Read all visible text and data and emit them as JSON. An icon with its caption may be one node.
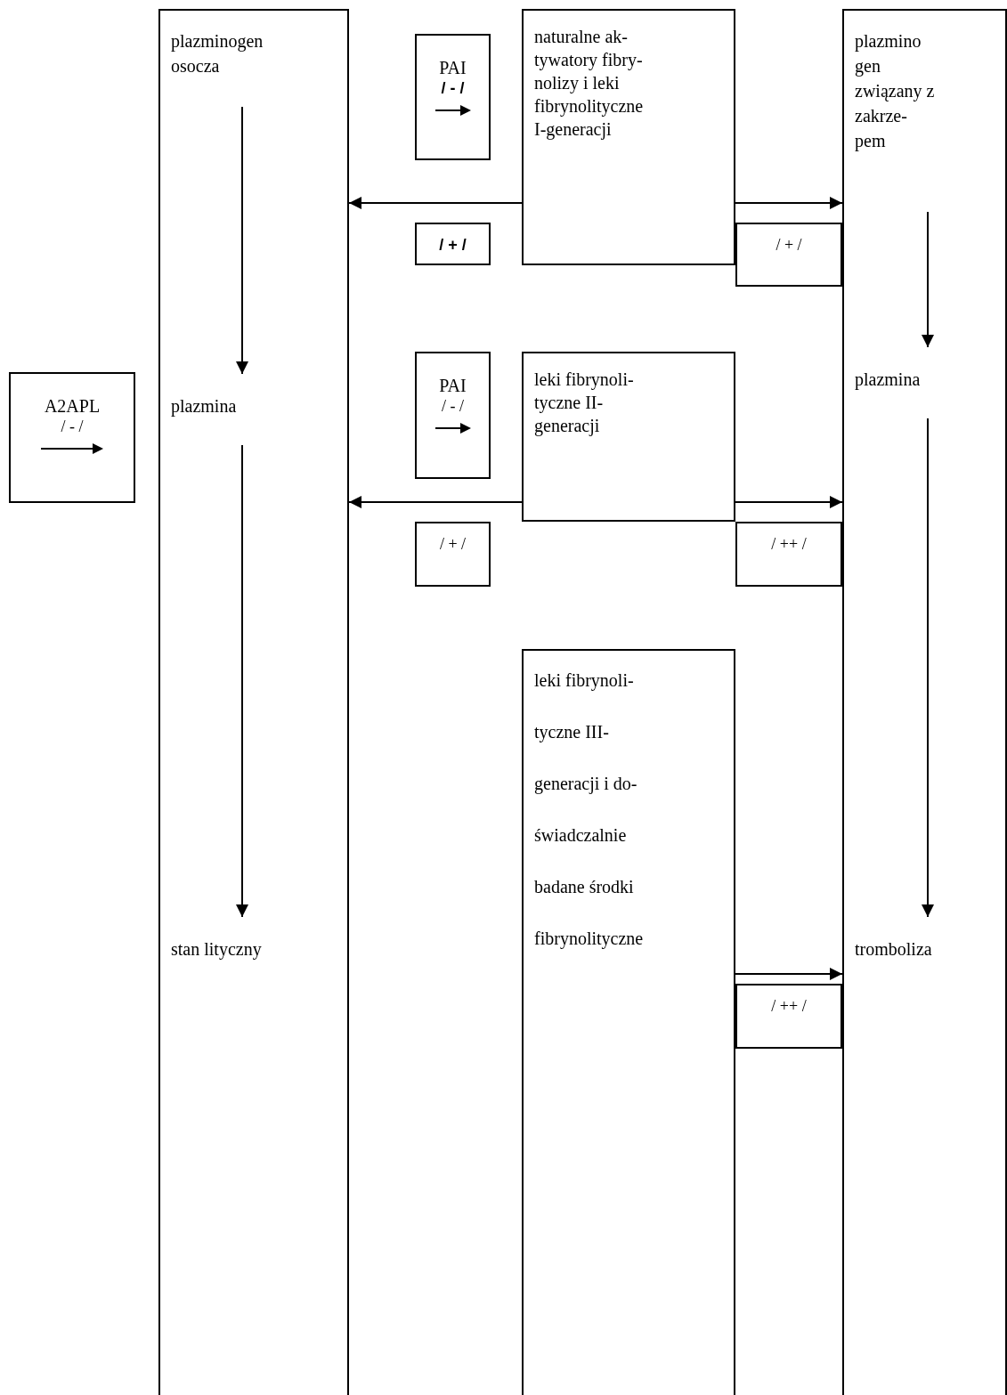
{
  "diagram": {
    "nodes": [
      {
        "text": [],
        "shape": "box"
      },
      {
        "text": [
          "plazminogen osocza"
        ],
        "in": 0
      },
      {
        "text": [
          "plazmina"
        ],
        "in": 0
      },
      {
        "text": [
          "stan lityczny"
        ],
        "in": 0
      },
      {
        "text": [
          "A2APL",
          "/ - /"
        ]
      },
      {
        "text": [
          "PAI",
          "/ - /"
        ]
      },
      {
        "text": [
          "naturalne ak- tywatory fibry- nolizy i leki fibrynolityczne I-generacji"
        ]
      },
      {
        "text": [
          "/ + /"
        ]
      },
      {
        "text": [],
        "shape": "box"
      },
      {
        "text": [
          "plazmino gen związany z zakrze- pem"
        ],
        "in": 8
      },
      {
        "text": [
          "plazmina"
        ],
        "in": 8
      },
      {
        "text": [
          "tromboliza"
        ],
        "in": 8
      },
      {
        "text": [
          "/ + /"
        ]
      },
      {
        "text": [
          "PAI",
          "/ - /"
        ]
      },
      {
        "text": [
          "leki fibrynoli- tyczne II- generacji"
        ]
      },
      {
        "text": [
          "/ + /"
        ]
      },
      {
        "text": [
          "/ ++ /"
        ]
      },
      {
        "text": [
          "leki fibrynoli- tyczne III- generacji i do- świadczalnie badane środki fibrynolityczne"
        ]
      },
      {
        "text": [
          "/ ++ /"
        ]
      }
    ],
    "edges": [
      {
        "from": 1,
        "to": 2,
        "arrow": "to"
      },
      {
        "from": 2,
        "to": 3,
        "arrow": "to"
      },
      {
        "from": 9,
        "to": 10,
        "arrow": "to"
      },
      {
        "from": 10,
        "to": 11,
        "arrow": "to"
      },
      {
        "from": 6,
        "to": 0,
        "arrow": "to"
      },
      {
        "from": 6,
        "to": 8,
        "arrow": "to"
      },
      {
        "from": 14,
        "to": 0,
        "arrow": "to"
      },
      {
        "from": 14,
        "to": 8,
        "arrow": "to"
      },
      {
        "from": 17,
        "to": 8,
        "arrow": "to"
      }
    ]
  }
}
